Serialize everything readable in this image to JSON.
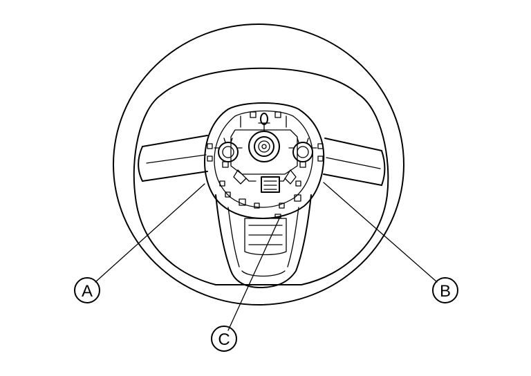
{
  "diagram": {
    "callouts": [
      {
        "id": "a",
        "label": "A"
      },
      {
        "id": "b",
        "label": "B"
      },
      {
        "id": "c",
        "label": "C"
      }
    ]
  }
}
